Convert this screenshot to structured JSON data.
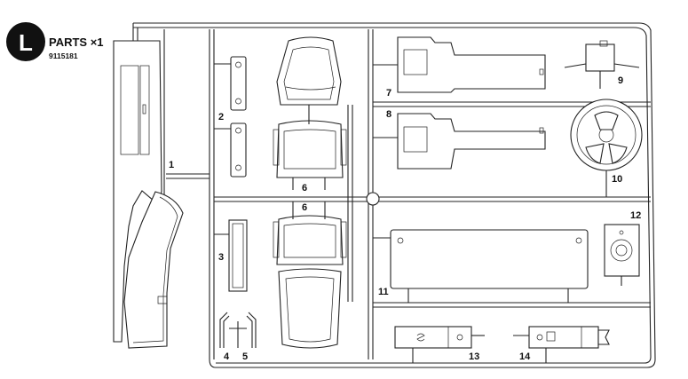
{
  "header": {
    "letter": "L",
    "title": "PARTS ×1",
    "code": "9115181"
  },
  "parts": {
    "p1": "1",
    "p2": "2",
    "p3": "3",
    "p4": "4",
    "p5": "5",
    "p6a": "6",
    "p6b": "6",
    "p7": "7",
    "p8": "8",
    "p9": "9",
    "p10": "10",
    "p11": "11",
    "p12": "12",
    "p13": "13",
    "p14": "14"
  },
  "colors": {
    "ink": "#222222",
    "badge": "#111111",
    "background": "#ffffff"
  }
}
